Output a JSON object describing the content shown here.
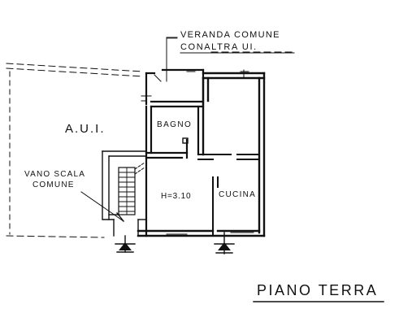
{
  "labels": {
    "veranda_line1": "VERANDA COMUNE",
    "veranda_line2": "CONALTRA  UI.",
    "aui": "A.U.I.",
    "bagno": "BAGNO",
    "vano_scala_line1": "VANO SCALA",
    "vano_scala_line2": "COMUNE",
    "height": "H=3.10",
    "cucina": "CUCINA",
    "floor": "PIANO TERRA"
  },
  "icons": [
    "entrance-arrow-icon"
  ],
  "colors": {
    "ink": "#111111",
    "background": "#ffffff"
  }
}
